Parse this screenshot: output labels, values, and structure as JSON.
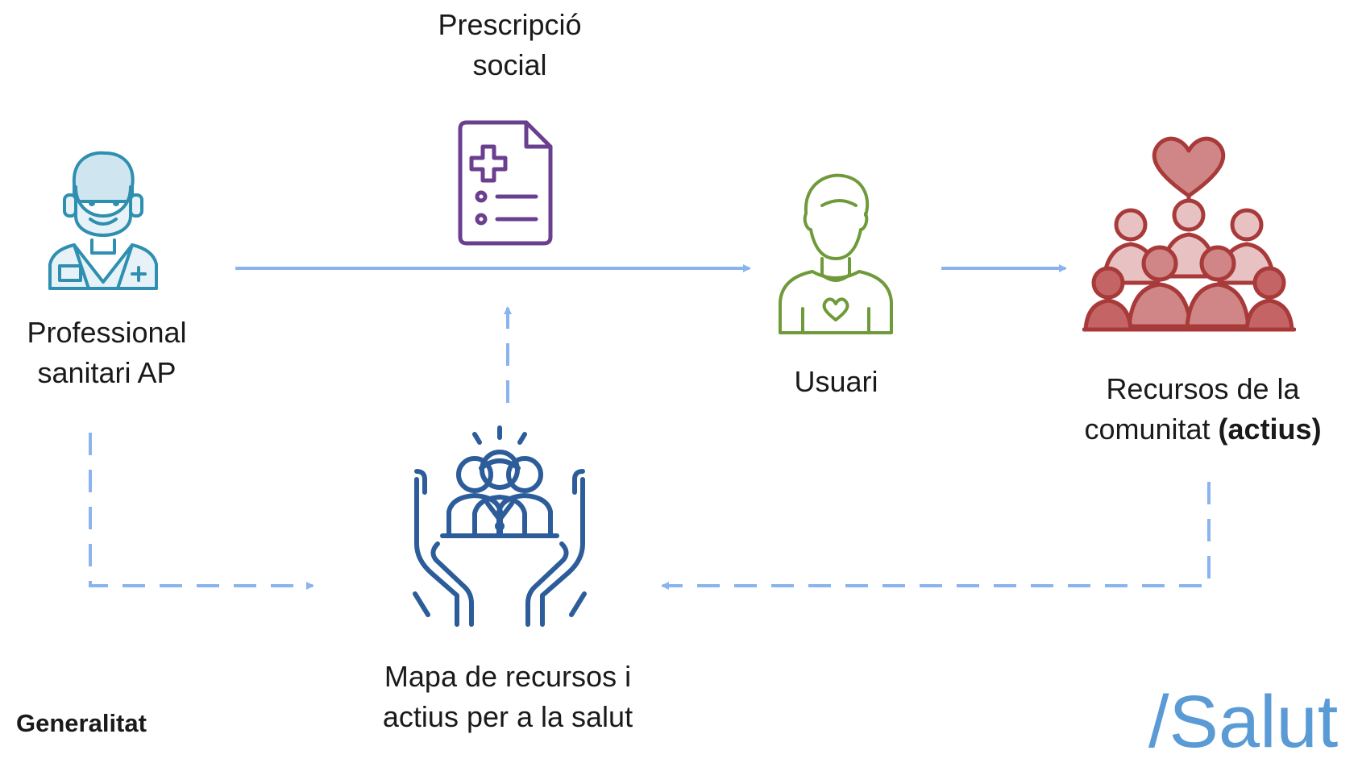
{
  "nodes": {
    "professional": {
      "line1": "Professional",
      "line2": "sanitari AP",
      "icon": "doctor-icon"
    },
    "prescription": {
      "line1": "Prescripció",
      "line2": "social",
      "icon": "prescription-document-icon"
    },
    "user": {
      "line1": "Usuari",
      "icon": "user-heart-icon"
    },
    "resources": {
      "line1": "Recursos de la",
      "line2_plain": "comunitat",
      "line2_bold": "(actius)",
      "icon": "community-heart-icon"
    },
    "map": {
      "line1": "Mapa de recursos i",
      "line2": "actius per a la salut",
      "icon": "hands-holding-people-icon"
    }
  },
  "branding": {
    "left": "Generalitat",
    "right": "/Salut"
  },
  "colors": {
    "arrow": "#8ab4f0",
    "doctor": "#2e8fb0",
    "prescription": "#6b3f8f",
    "user": "#6f9a3a",
    "community": "#a83a3a",
    "hands": "#2c5d9a",
    "brand": "#5b9bd5"
  }
}
